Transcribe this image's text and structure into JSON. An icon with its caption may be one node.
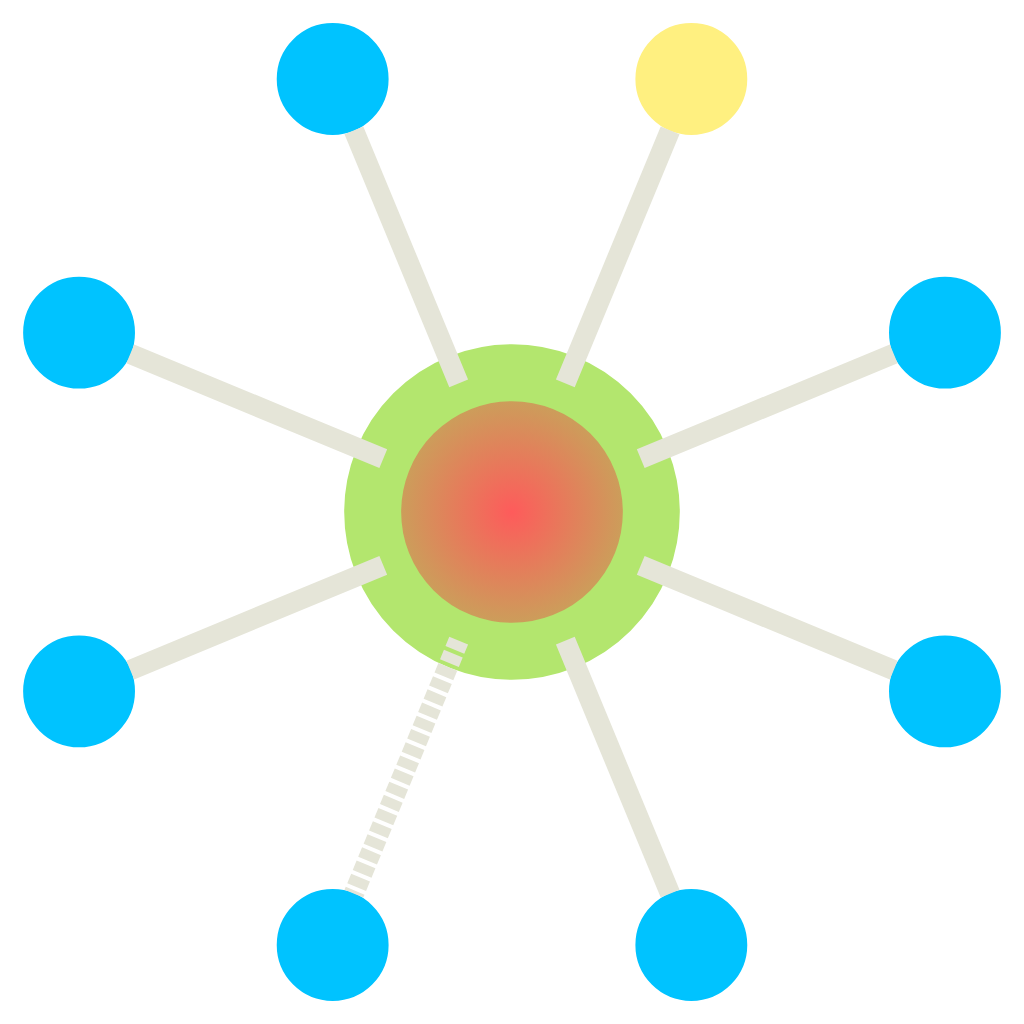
{
  "diagram": {
    "nodes": [
      {
        "text": [],
        "shape": "circle"
      },
      {
        "text": [],
        "shape": "circle"
      },
      {
        "text": [],
        "shape": "circle"
      },
      {
        "text": [],
        "shape": "circle"
      },
      {
        "text": [],
        "shape": "circle"
      },
      {
        "text": [],
        "shape": "circle"
      },
      {
        "text": [],
        "shape": "circle"
      },
      {
        "text": [],
        "shape": "circle"
      },
      {
        "text": [],
        "shape": "circle"
      }
    ],
    "edges": [
      {
        "from": 4,
        "to": 0,
        "arrow": "none"
      },
      {
        "from": 4,
        "to": 1,
        "arrow": "none"
      },
      {
        "from": 4,
        "to": 2,
        "arrow": "none"
      },
      {
        "from": 4,
        "to": 3,
        "arrow": "none"
      },
      {
        "from": 4,
        "to": 5,
        "arrow": "none"
      },
      {
        "from": 4,
        "to": 6,
        "arrow": "none",
        "style": "dashed"
      },
      {
        "from": 4,
        "to": 7,
        "arrow": "none"
      },
      {
        "from": 4,
        "to": 8,
        "arrow": "none"
      }
    ]
  }
}
